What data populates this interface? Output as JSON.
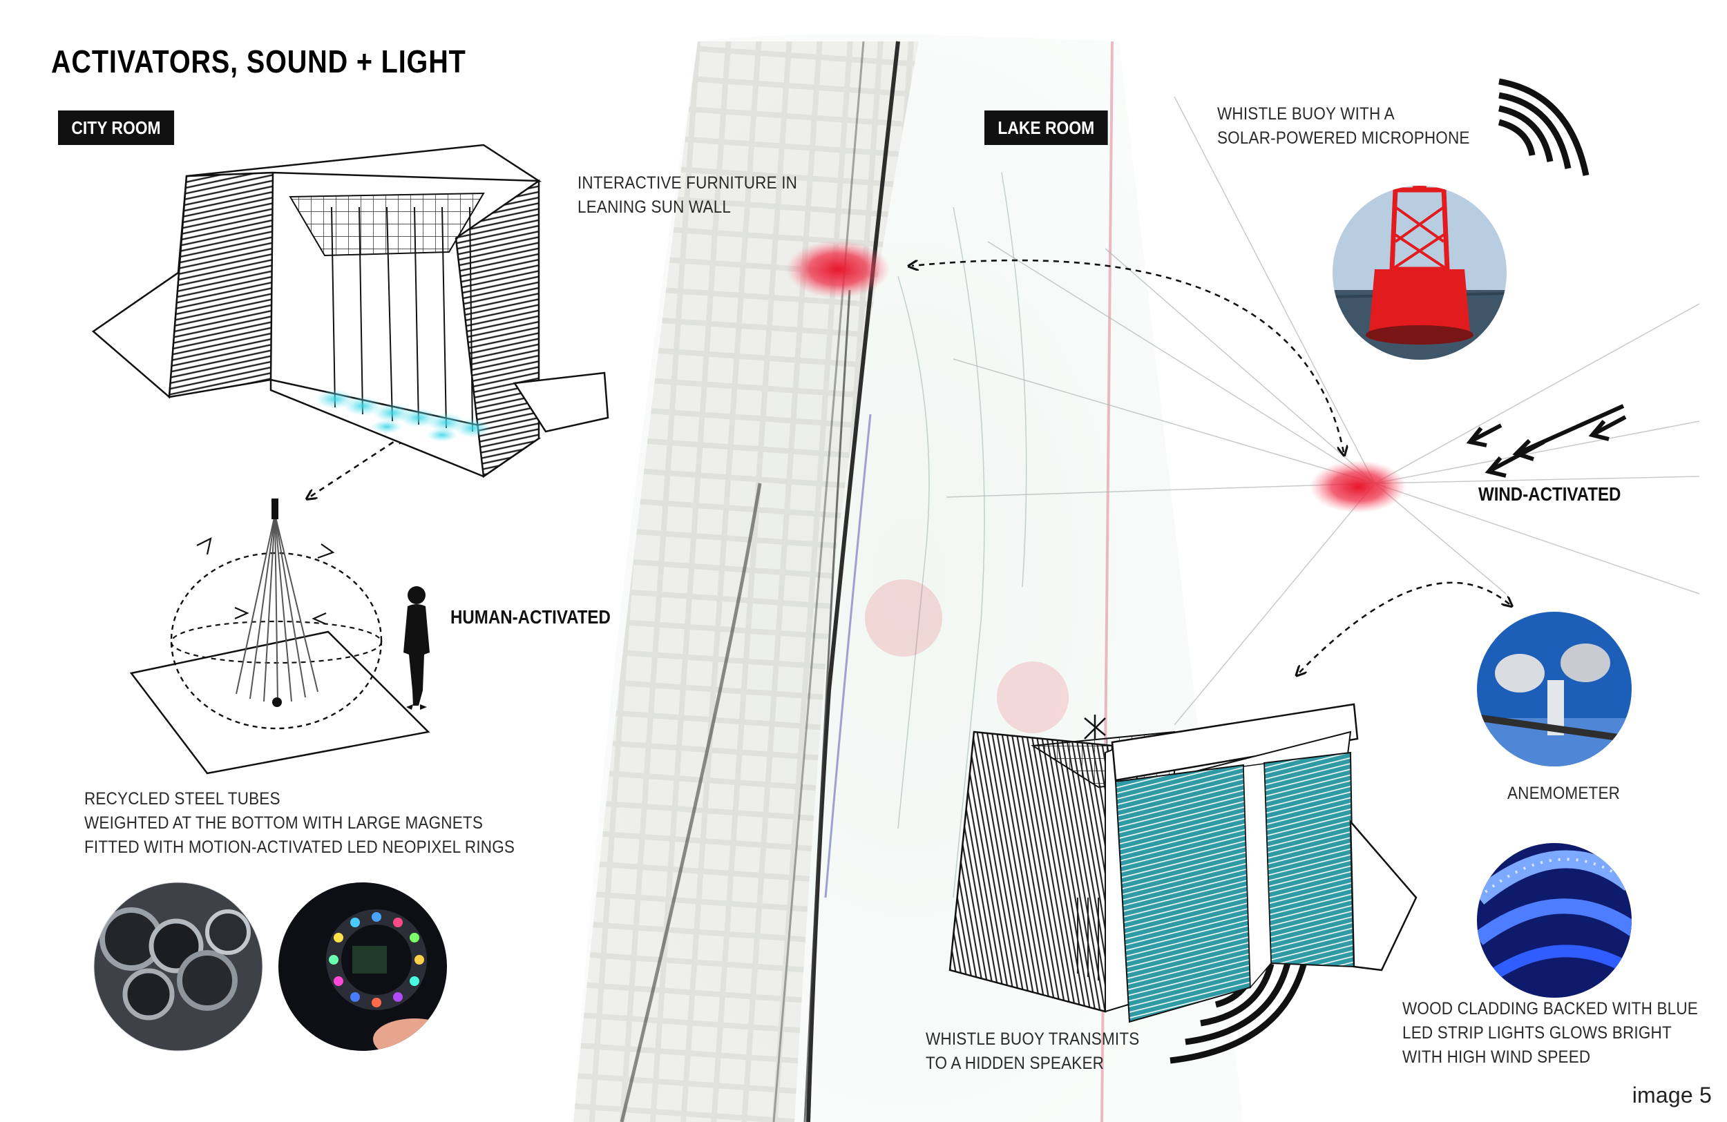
{
  "title": "ACTIVATORS, SOUND + LIGHT",
  "tags": {
    "city_room": "CITY ROOM",
    "lake_room": "LAKE ROOM"
  },
  "labels": {
    "human_activated": "HUMAN-ACTIVATED",
    "wind_activated": "WIND-ACTIVATED"
  },
  "captions": {
    "furniture": [
      "INTERACTIVE FURNITURE IN",
      "LEANING SUN WALL"
    ],
    "buoy": [
      "WHISTLE BUOY WITH A",
      "SOLAR-POWERED MICROPHONE"
    ],
    "tubes": [
      "RECYCLED STEEL TUBES",
      "WEIGHTED AT THE BOTTOM WITH LARGE MAGNETS",
      "FITTED WITH MOTION-ACTIVATED LED NEOPIXEL RINGS"
    ],
    "anemometer": "ANEMOMETER",
    "speaker": [
      "WHISTLE BUOY TRANSMITS",
      "TO A HIDDEN SPEAKER"
    ],
    "cladding": [
      "WOOD CLADDING BACKED WITH BLUE",
      "LED STRIP LIGHTS GLOWS BRIGHT",
      "WITH HIGH WIND SPEED"
    ]
  },
  "footer": "image 5",
  "colors": {
    "hotspot_red": "#e8162c",
    "led_cyan": "#3ad6e6",
    "teal_panel": "#2f9aa5",
    "buoy_red": "#e21b1f",
    "led_blue": "#2f5dff"
  }
}
